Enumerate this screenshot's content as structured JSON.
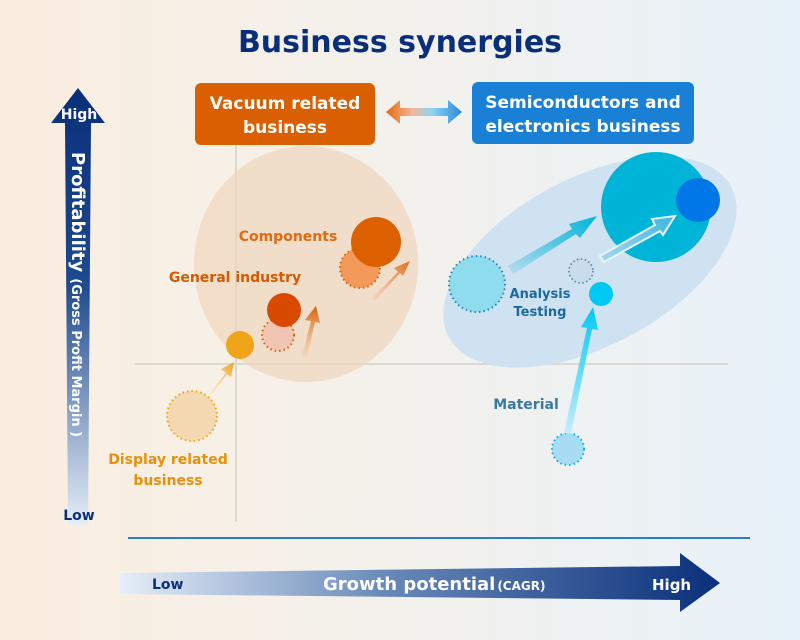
{
  "title": "Business synergies",
  "colors": {
    "title": "#0a2f7a",
    "orange_dark": "#d35400",
    "orange_mid": "#e06a10",
    "orange_light": "#f39a5a",
    "amber": "#f0a418",
    "amber_light": "#f5d8b0",
    "cyan": "#00b4d8",
    "blue_dark": "#0077e6",
    "sky": "#1ec8f5",
    "label_blue": "#2a6a9a",
    "box_orange": "#d95f00",
    "box_blue": "#1a80d6"
  },
  "header_boxes": {
    "left": {
      "line1": "Vacuum related",
      "line2": "business"
    },
    "right": {
      "line1": "Semiconductors and",
      "line2": "electronics business"
    },
    "connector_icon": "double-arrow-icon"
  },
  "y_axis": {
    "high": "High",
    "low": "Low",
    "label": "Profitability",
    "sublabel": "(Gross Profit Margin )"
  },
  "x_axis": {
    "low": "Low",
    "high": "High",
    "label": "Growth potential",
    "sublabel": "(CAGR)"
  },
  "segments": {
    "components": {
      "label": "Components"
    },
    "general_industry": {
      "label": "General industry"
    },
    "display": {
      "line1": "Display related",
      "line2": "business"
    },
    "analysis": {
      "line1": "Analysis",
      "line2": "Testing"
    },
    "material": {
      "label": "Material"
    }
  }
}
